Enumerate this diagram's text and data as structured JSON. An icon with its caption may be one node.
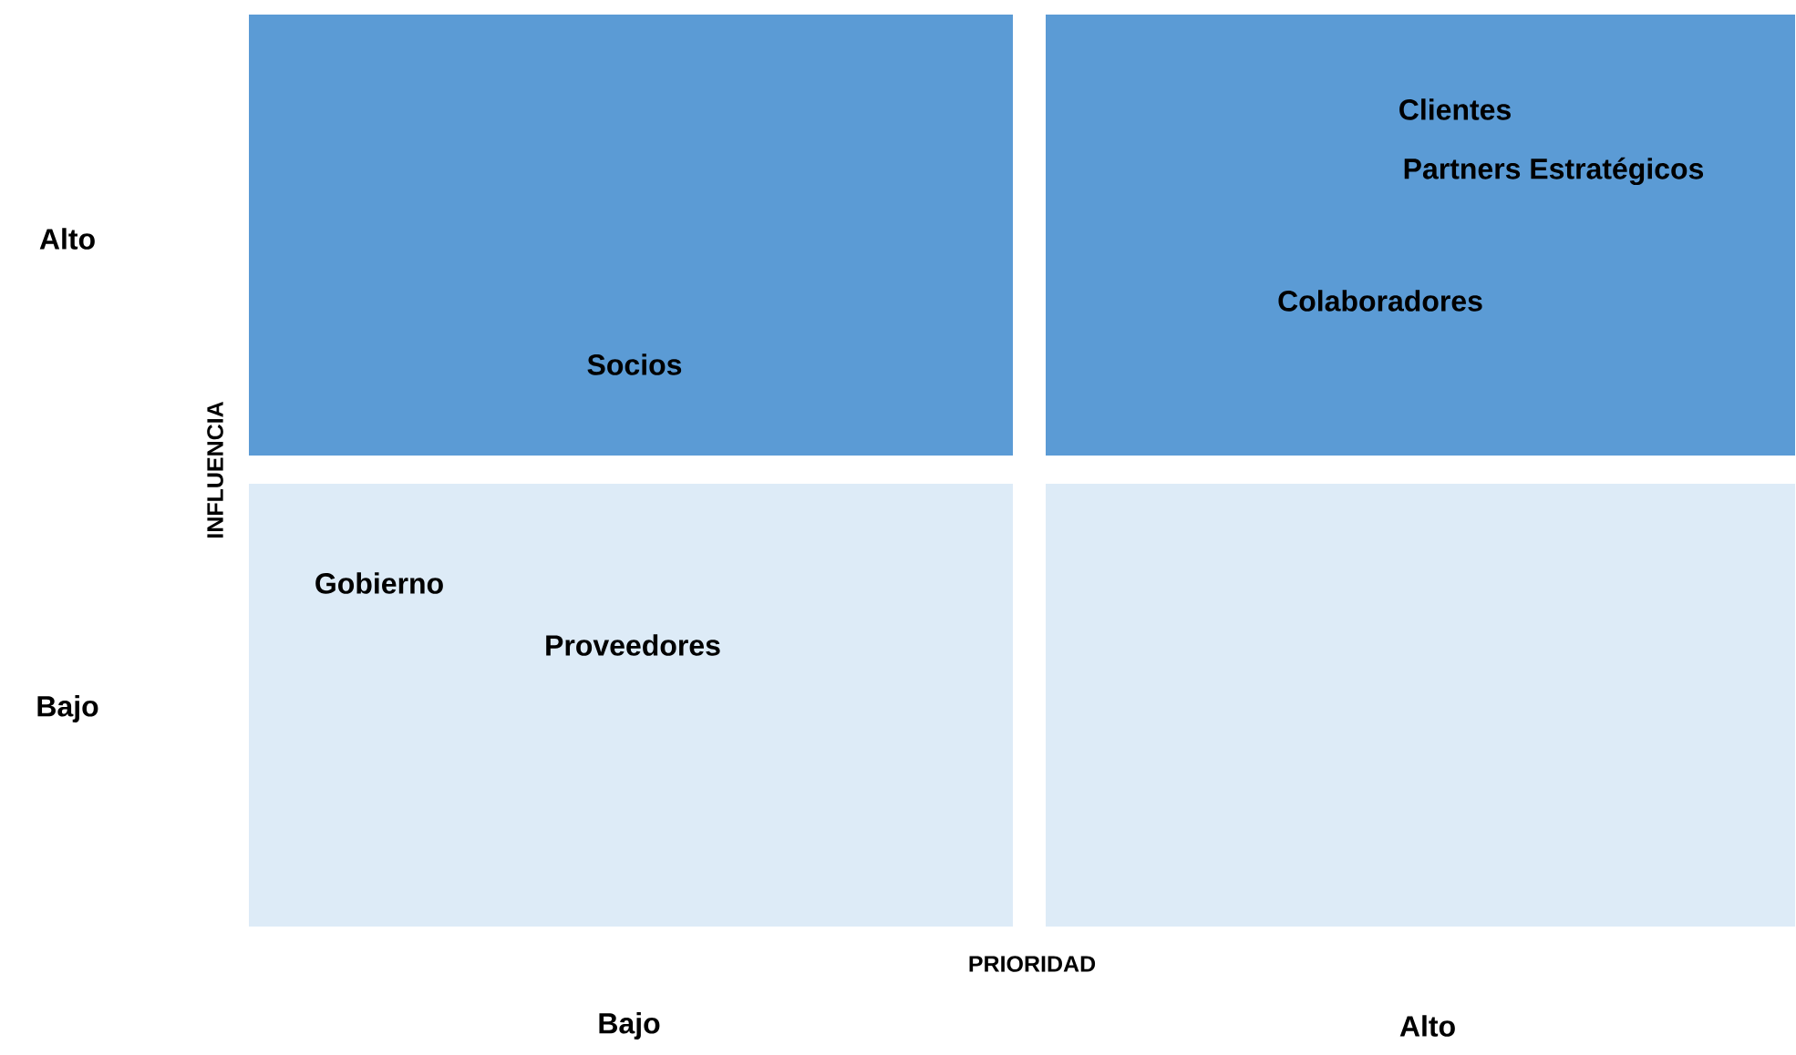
{
  "diagram": {
    "nodes": [
      {
        "text": [
          "Socios"
        ]
      },
      {
        "text": [
          "Clientes",
          "Partners Estratégicos",
          "Colaboradores"
        ]
      },
      {
        "text": [
          "Gobierno",
          "Proveedores"
        ]
      },
      {
        "text": [],
        "shape": "box"
      }
    ],
    "edges": [],
    "labels": [
      "Alto",
      "INFLUENCIA",
      "Bajo",
      "PRIORIDAD",
      "Bajo",
      "Alto"
    ]
  }
}
